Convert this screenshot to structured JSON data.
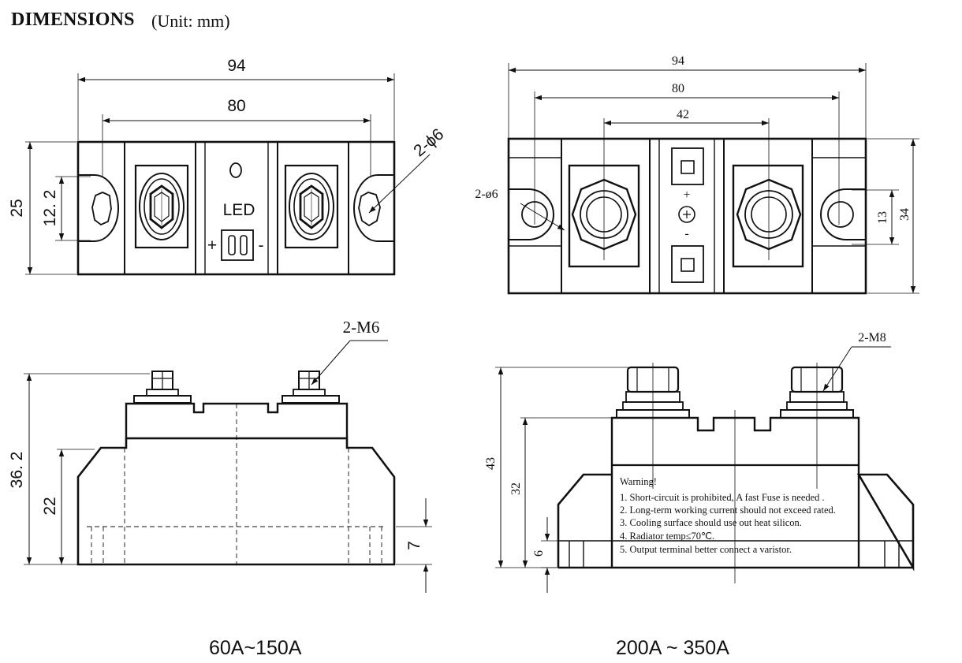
{
  "header": {
    "title_bold": "DIMENSIONS",
    "title_unit": "(Unit: mm)"
  },
  "left_model": {
    "caption": "60A~150A",
    "top_view": {
      "dim_width_outer": "94",
      "dim_width_holes": "80",
      "dim_height": "25",
      "dim_hole_spacing": "12. 2",
      "label_holes": "2-ϕ6",
      "led_label": "LED",
      "plus": "+",
      "minus": "-"
    },
    "side_view": {
      "label_screws": "2-M6",
      "dim_total_height": "36. 2",
      "dim_body_height": "22",
      "dim_base_height": "7"
    }
  },
  "right_model": {
    "caption": "200A ~ 350A",
    "top_view": {
      "dim_width_outer": "94",
      "dim_width_holes": "80",
      "dim_terminal_spacing": "42",
      "dim_height": "34",
      "dim_hole_spacing": "13",
      "label_holes": "2-ø6",
      "plus": "+",
      "minus": "-"
    },
    "side_view": {
      "label_screws": "2-M8",
      "dim_total_height": "43",
      "dim_body_height": "32",
      "dim_base_height": "6",
      "warning_title": "Warning!",
      "warning_lines": [
        "1. Short-circuit is prohibited, A fast Fuse is needed .",
        "2. Long-term working current should not exceed rated.",
        "3. Cooling surface should use out heat silicon.",
        "4. Radiator temp≤70℃.",
        "5. Output terminal better connect a varistor."
      ]
    }
  }
}
